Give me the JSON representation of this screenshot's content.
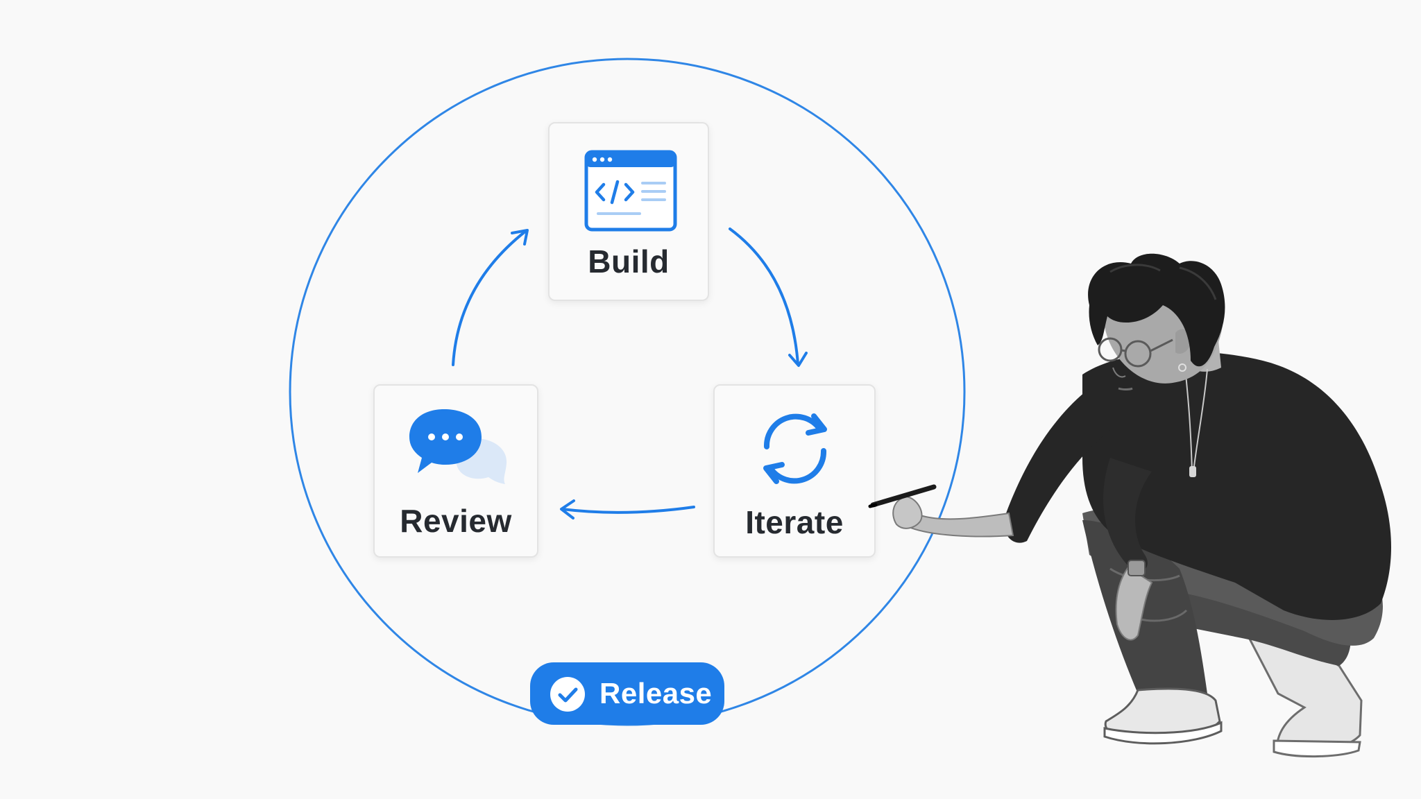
{
  "cycle": {
    "steps": [
      {
        "id": "build",
        "label": "Build",
        "icon": "code-window-icon"
      },
      {
        "id": "iterate",
        "label": "Iterate",
        "icon": "refresh-cycle-icon"
      },
      {
        "id": "review",
        "label": "Review",
        "icon": "chat-bubbles-icon"
      }
    ],
    "flow": [
      "build -> iterate",
      "iterate -> review",
      "review -> build"
    ]
  },
  "release": {
    "label": "Release",
    "icon": "check-circle-icon"
  },
  "illustration": {
    "subject": "person-crouching-drawing-icon"
  },
  "colors": {
    "accent": "#1f7de8",
    "accent_light": "#a9cdf5",
    "background": "#f9f9f9",
    "card_border": "#e3e3e3",
    "label_text": "#262a30"
  }
}
